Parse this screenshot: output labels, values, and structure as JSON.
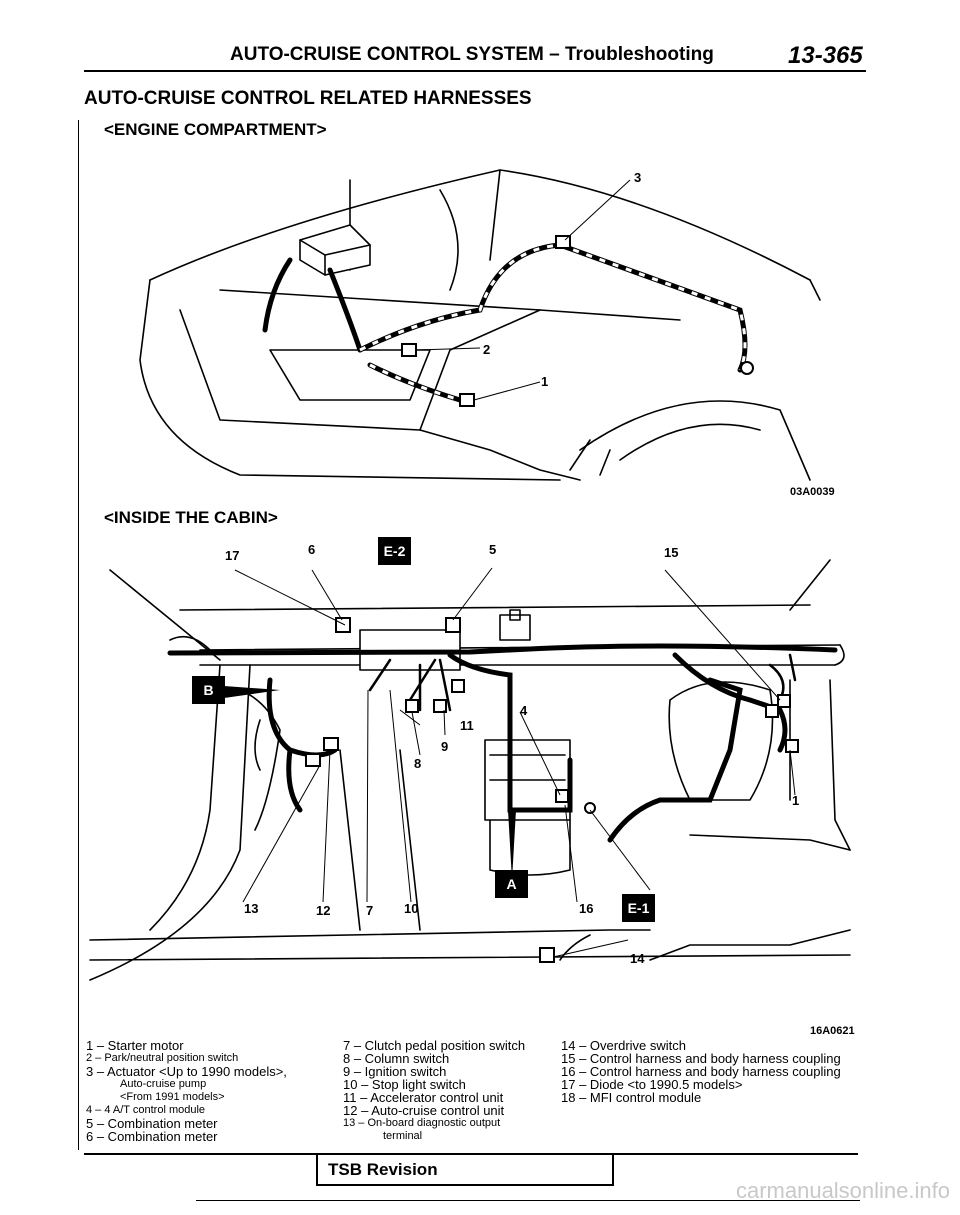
{
  "header": {
    "title": "AUTO-CRUISE CONTROL SYSTEM – Troubleshooting",
    "page_number": "13-365"
  },
  "section_title": "AUTO-CRUISE CONTROL RELATED HARNESSES",
  "engine": {
    "heading": "<ENGINE COMPARTMENT>",
    "callouts": [
      "3",
      "2",
      "1"
    ],
    "code": "03A0039"
  },
  "cabin": {
    "heading": "<INSIDE THE CABIN>",
    "callouts": [
      "17",
      "6",
      "5",
      "15",
      "11",
      "4",
      "9",
      "8",
      "1",
      "13",
      "12",
      "7",
      "10",
      "16",
      "14"
    ],
    "tags": [
      "E-2",
      "B",
      "A",
      "E-1"
    ],
    "code": "16A0621"
  },
  "legend": {
    "col1": [
      "1 – Starter motor",
      "2 – Park/neutral position switch",
      "3 – Actuator <Up to 1990 models>,",
      "Auto-cruise pump",
      "<From 1991 models>",
      "4 – 4 A/T control module",
      "5 – Combination meter",
      "6 – Combination meter"
    ],
    "col2": [
      "7 – Clutch pedal position switch",
      "8 – Column switch",
      "9 – Ignition switch",
      "10 – Stop light switch",
      "11 – Accelerator control unit",
      "12 – Auto-cruise control unit",
      "13 – On-board diagnostic output",
      "terminal"
    ],
    "col3": [
      "14 – Overdrive switch",
      "15 – Control harness and body harness coupling",
      "16 – Control harness and body harness coupling",
      "17 – Diode <to 1990.5 models>",
      "18 – MFI control module"
    ]
  },
  "footer": {
    "tsb": "TSB Revision",
    "watermark": "carmanualsonline.info"
  }
}
